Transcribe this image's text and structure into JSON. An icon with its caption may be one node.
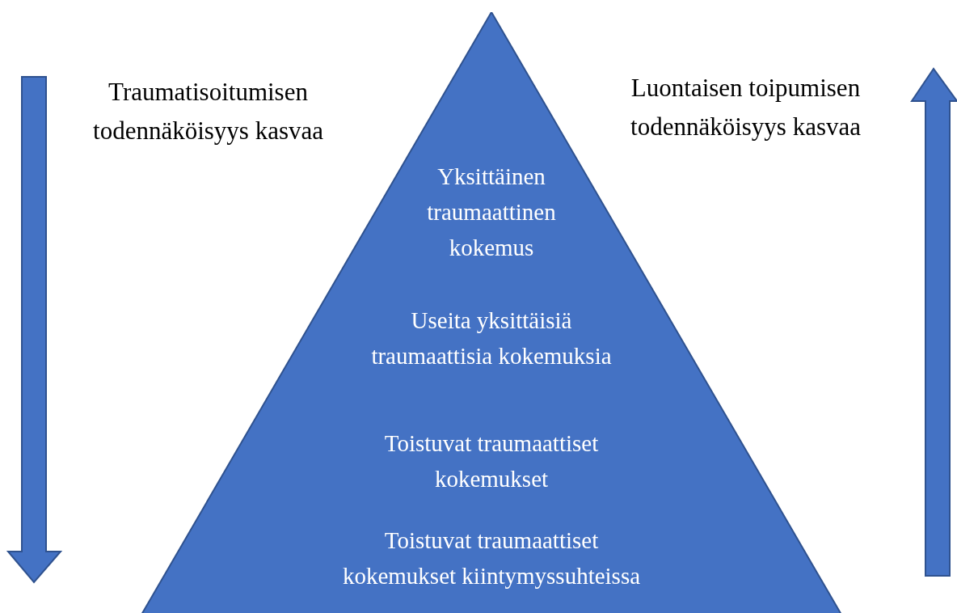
{
  "diagram": {
    "nodes": [
      {
        "text": [
          "Yksittäinen traumaattinen kokemus",
          "Useita yksittäisiä traumaattisia kokemuksia",
          "Toistuvat traumaattiset kokemukset",
          "Toistuvat traumaattiset kokemukset kiintymyssuhteissa"
        ]
      }
    ],
    "edges": [],
    "labels": [
      "Traumatisoitumisen todennäköisyys kasvaa",
      "Luontaisen toipumisen todennäköisyys kasvaa"
    ]
  }
}
